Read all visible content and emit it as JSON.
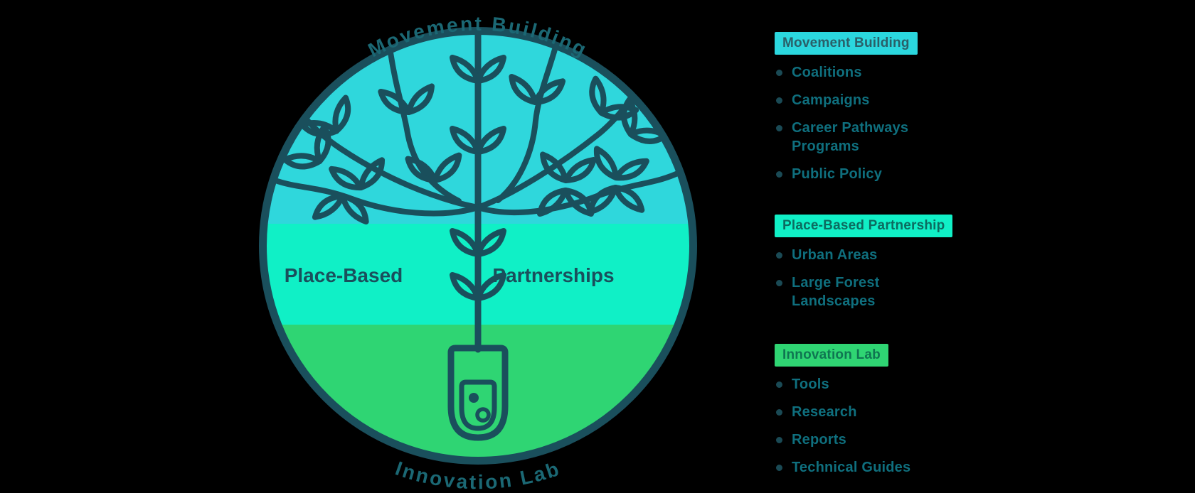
{
  "diagram": {
    "top_arc_label": "Movement Building",
    "bottom_arc_label": "Innovation Lab",
    "middle_left_label": "Place-Based",
    "middle_right_label": "Partnerships",
    "bands": [
      {
        "name": "Movement Building",
        "color": "#2FD7DC"
      },
      {
        "name": "Place-Based Partnership",
        "color": "#10F0C6"
      },
      {
        "name": "Innovation Lab",
        "color": "#2FD573"
      }
    ]
  },
  "colors": {
    "outline": "#1A4F5C",
    "arc_text": "#1B6874",
    "band_label_text": "#1A4F5C",
    "item_text": "#0F6F7E",
    "bullet": "#1A4A55",
    "background": "#000000"
  },
  "legend": {
    "groups": [
      {
        "title": "Movement Building",
        "badge_bg": "#2BD7DE",
        "title_color": "#2A5F68",
        "items": [
          "Coalitions",
          "Campaigns",
          "Career Pathways Programs",
          "Public Policy"
        ]
      },
      {
        "title": "Place-Based Partnership",
        "badge_bg": "#10F0C6",
        "title_color": "#0C6B5F",
        "items": [
          "Urban Areas",
          "Large Forest Landscapes"
        ]
      },
      {
        "title": "Innovation Lab",
        "badge_bg": "#2FD573",
        "title_color": "#0F7551",
        "items": [
          "Tools",
          "Research",
          "Reports",
          "Technical Guides"
        ]
      }
    ]
  }
}
